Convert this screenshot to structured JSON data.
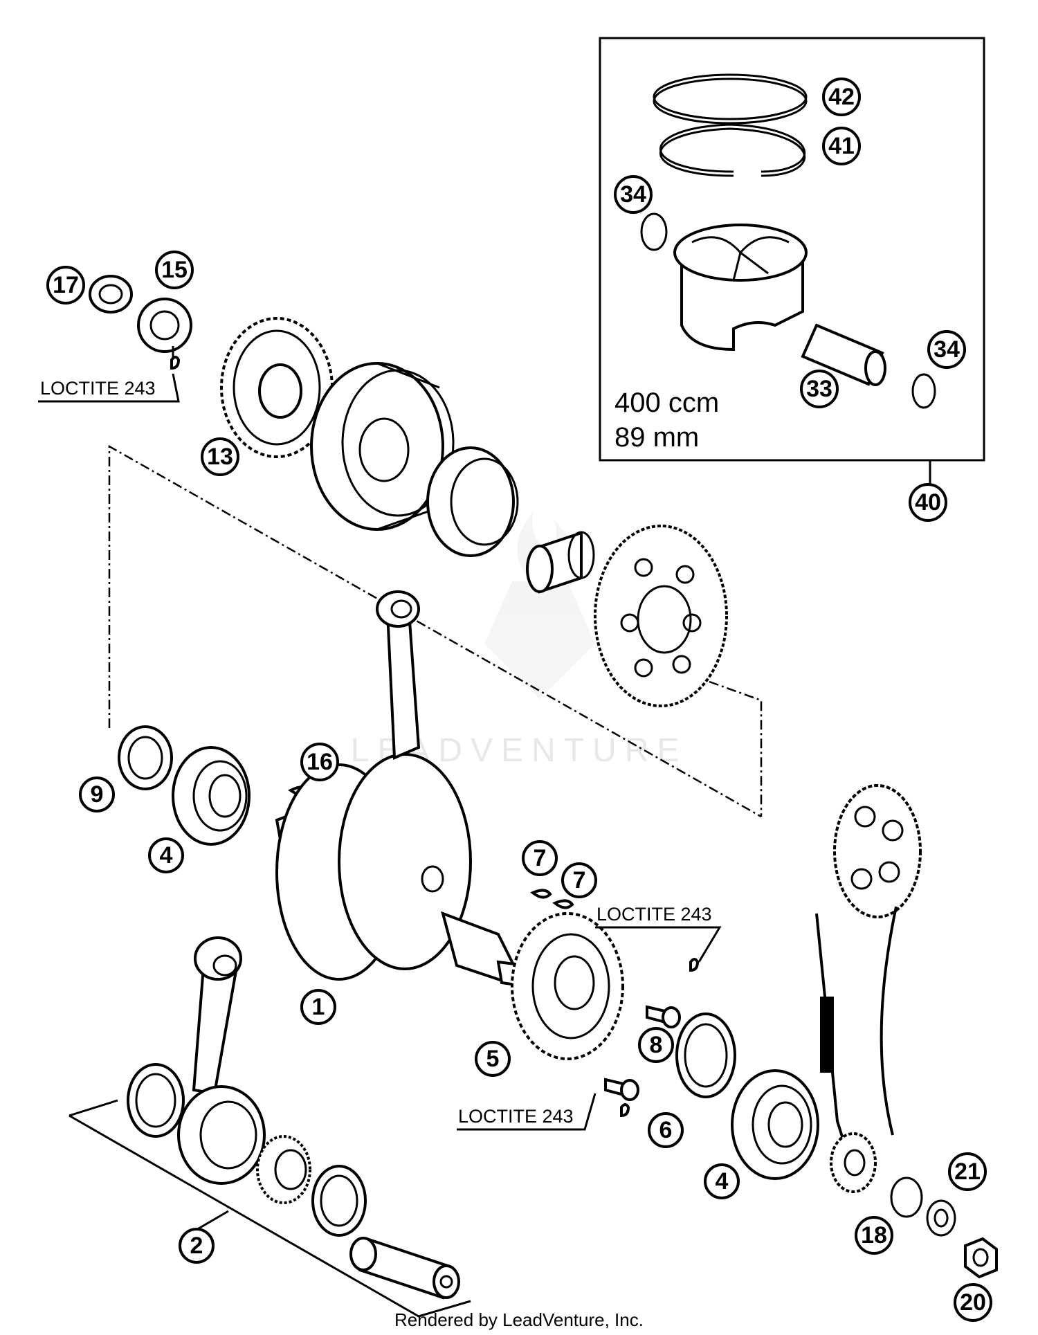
{
  "callouts": {
    "c1": "1",
    "c2": "2",
    "c4a": "4",
    "c4b": "4",
    "c5": "5",
    "c6": "6",
    "c7a": "7",
    "c7b": "7",
    "c8": "8",
    "c9": "9",
    "c13": "13",
    "c15": "15",
    "c16": "16",
    "c17": "17",
    "c18": "18",
    "c20": "20",
    "c21": "21",
    "c33": "33",
    "c34a": "34",
    "c34b": "34",
    "c40": "40",
    "c41": "41",
    "c42": "42"
  },
  "notes": {
    "loctite_top_left": "LOCTITE 243",
    "loctite_mid_right": "LOCTITE 243",
    "loctite_lower": "LOCTITE 243"
  },
  "kit": {
    "displacement": "400 ccm",
    "bore": "89 mm"
  },
  "watermark": "LEADVENTURE",
  "footer": "Rendered by LeadVenture, Inc."
}
